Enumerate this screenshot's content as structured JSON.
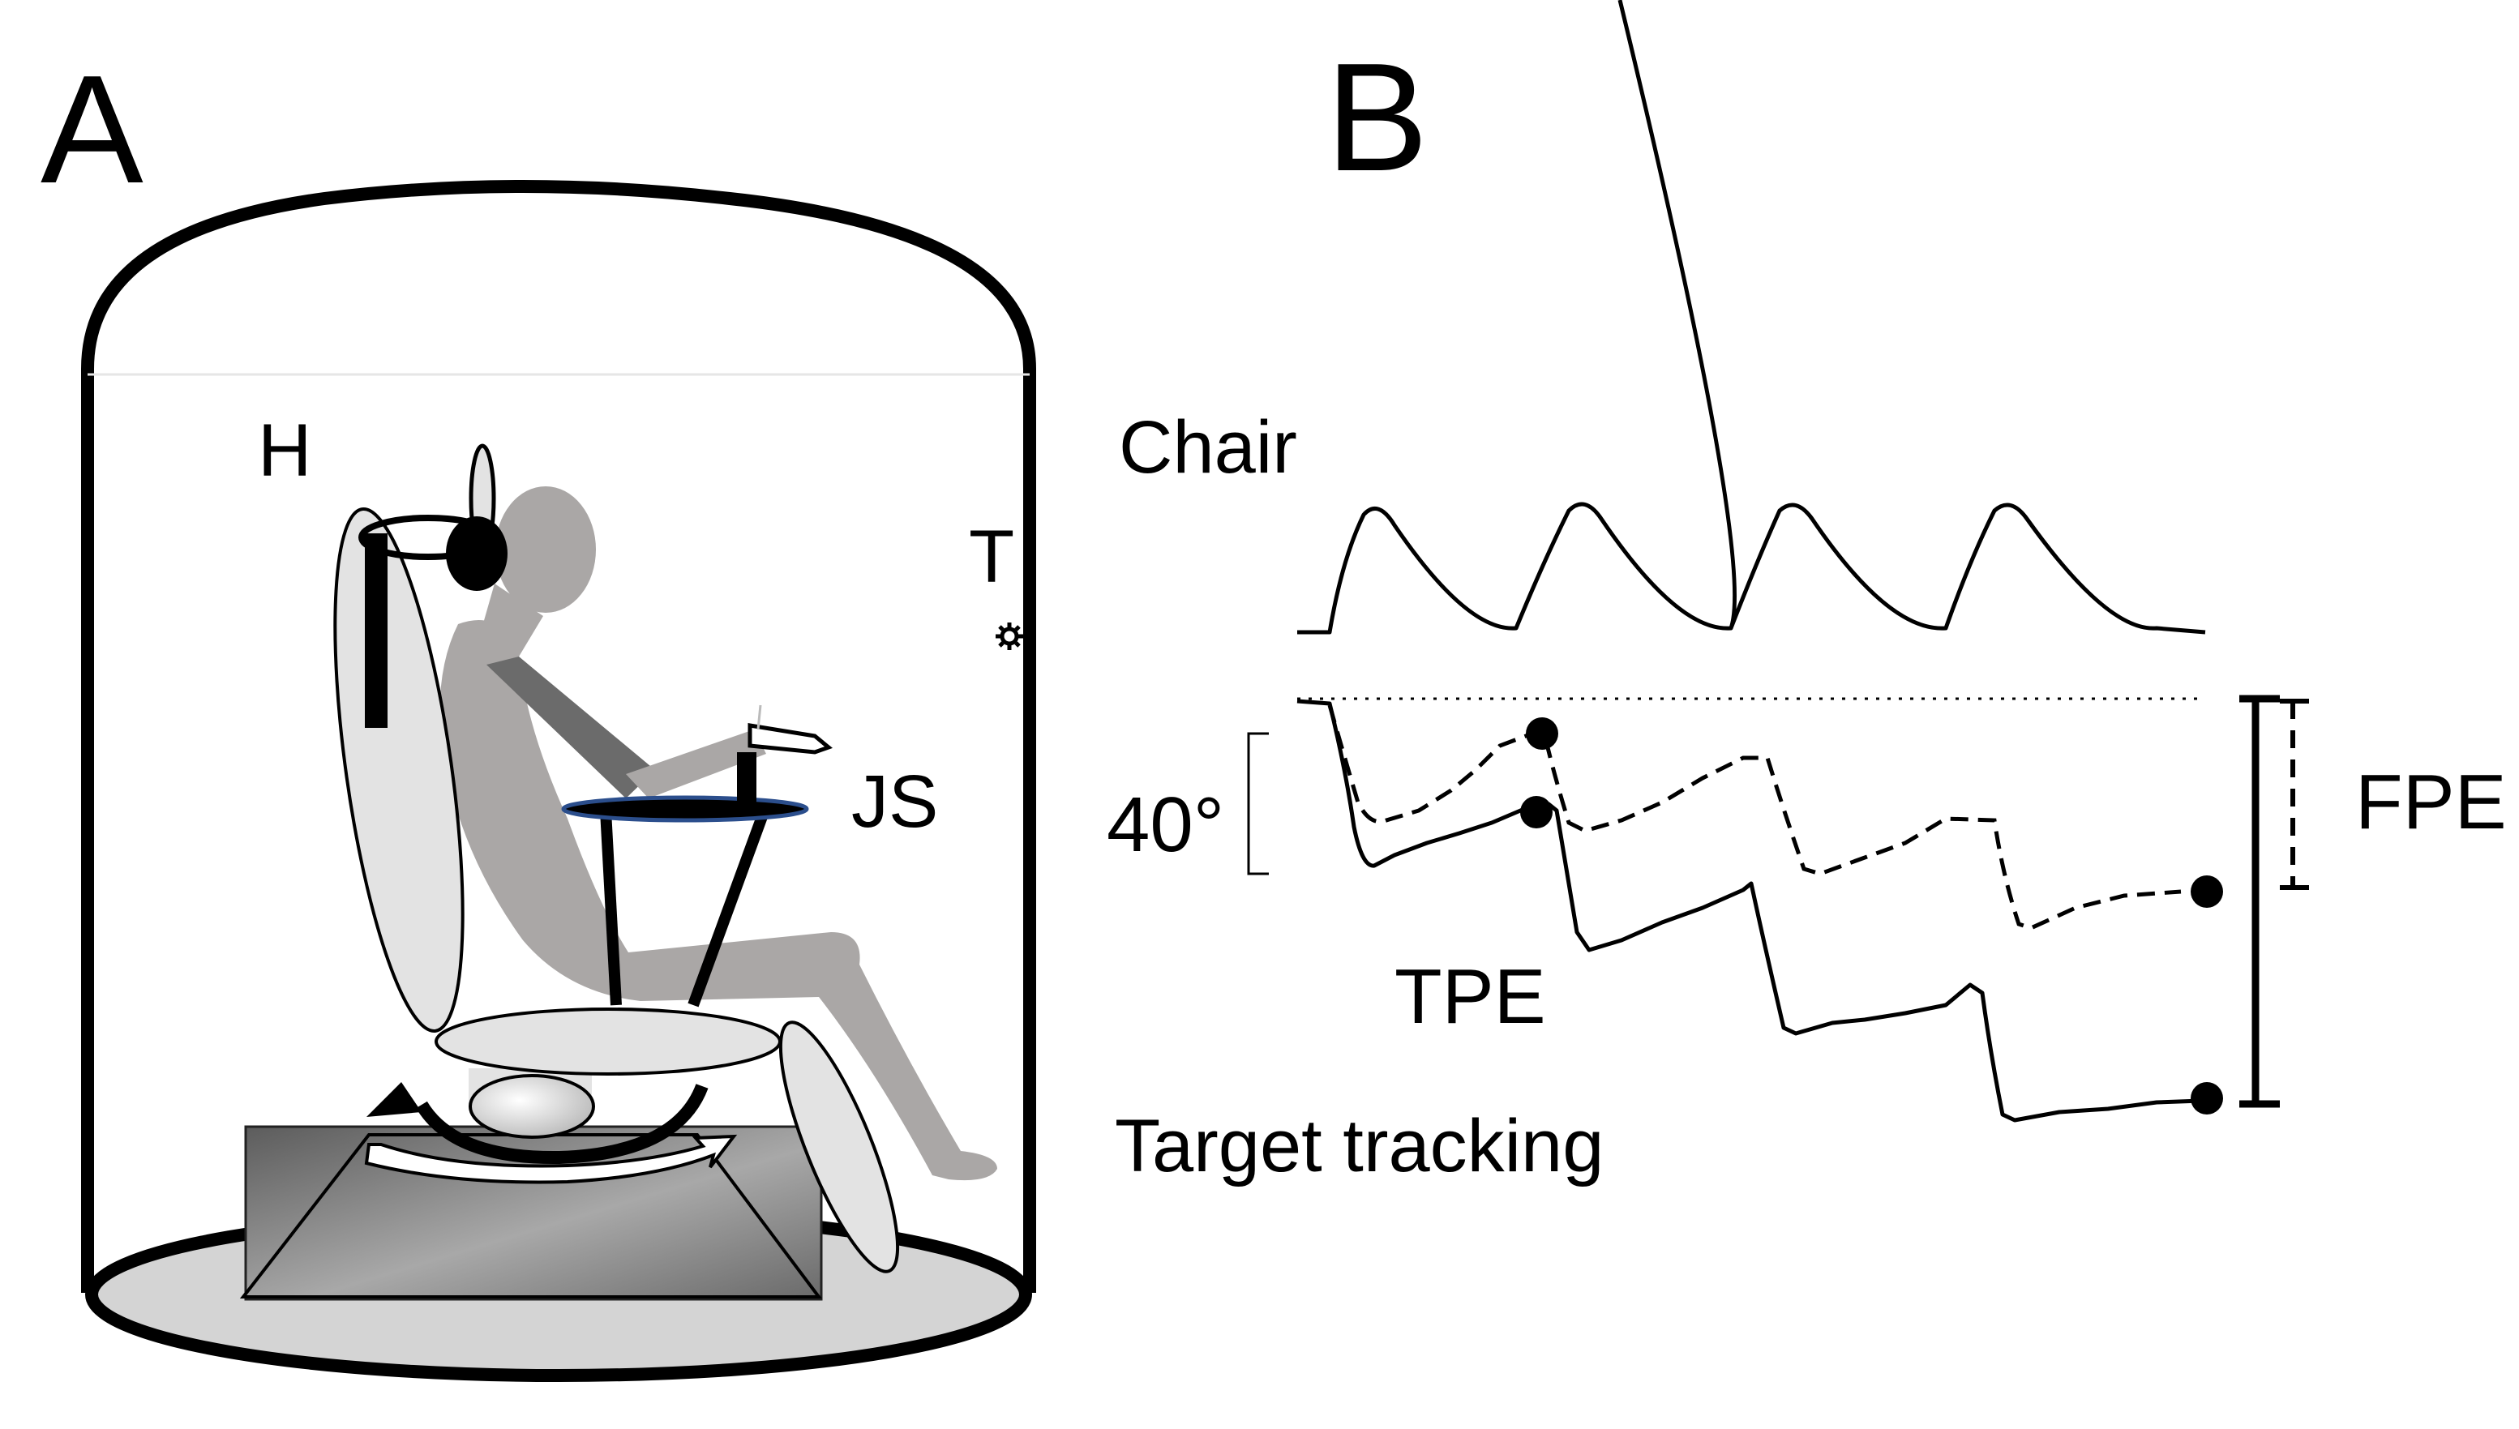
{
  "panels": {
    "a": {
      "letter": "A",
      "labels": {
        "h": "H",
        "t": "T",
        "js": "JS"
      }
    },
    "b": {
      "letter": "B",
      "labels": {
        "chair": "Chair",
        "scale": "40°",
        "tpe": "TPE",
        "fpe": "FPE",
        "tracking": "Target tracking"
      }
    }
  },
  "colors": {
    "ink": "#000000",
    "figure_gray": "#aaa7a6",
    "arm_dark": "#6b6b6b",
    "seat_light": "#e3e3e3",
    "floor": "#d4d4d4",
    "joystick_rim": "#2b4e8c"
  }
}
